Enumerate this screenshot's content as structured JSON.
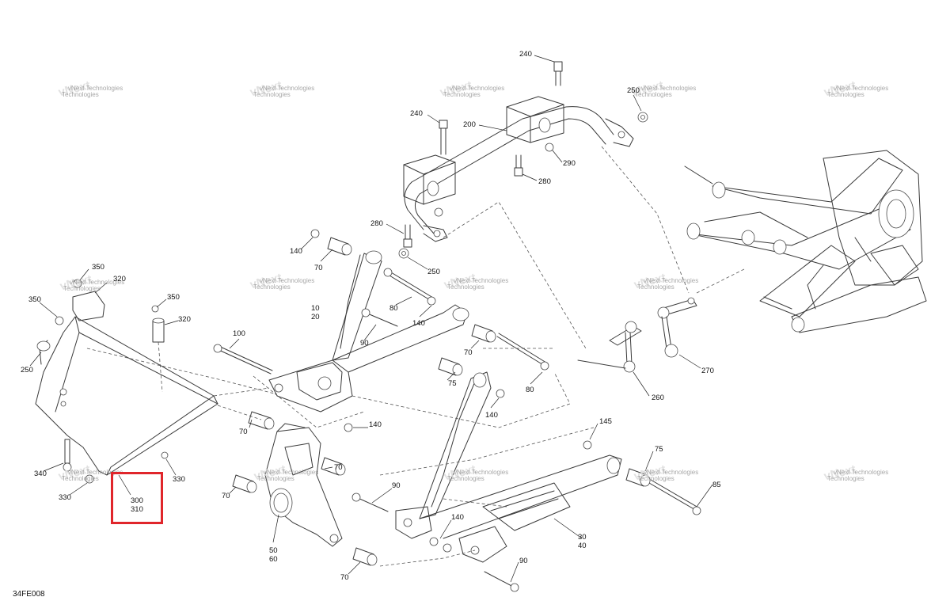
{
  "diagram_code": "34FE008",
  "watermark": {
    "line1": "vNext Technologies",
    "line2": "Technologies",
    "big": "vNext"
  },
  "highlight_color": "#e0262b",
  "labels": [
    {
      "id": "lbl-240-top",
      "text": "240"
    },
    {
      "id": "lbl-240-mid",
      "text": "240"
    },
    {
      "id": "lbl-200",
      "text": "200"
    },
    {
      "id": "lbl-250-top",
      "text": "250"
    },
    {
      "id": "lbl-290",
      "text": "290"
    },
    {
      "id": "lbl-280-a",
      "text": "280"
    },
    {
      "id": "lbl-280-b",
      "text": "280"
    },
    {
      "id": "lbl-250-mid",
      "text": "250"
    },
    {
      "id": "lbl-140-a",
      "text": "140"
    },
    {
      "id": "lbl-70-a",
      "text": "70"
    },
    {
      "id": "lbl-10",
      "text": "10"
    },
    {
      "id": "lbl-20",
      "text": "20"
    },
    {
      "id": "lbl-80-a",
      "text": "80"
    },
    {
      "id": "lbl-140-b",
      "text": "140"
    },
    {
      "id": "lbl-90-a",
      "text": "90"
    },
    {
      "id": "lbl-70-b",
      "text": "70"
    },
    {
      "id": "lbl-75-a",
      "text": "75"
    },
    {
      "id": "lbl-80-b",
      "text": "80"
    },
    {
      "id": "lbl-140-c",
      "text": "140"
    },
    {
      "id": "lbl-100",
      "text": "100"
    },
    {
      "id": "lbl-350-a",
      "text": "350"
    },
    {
      "id": "lbl-320-a",
      "text": "320"
    },
    {
      "id": "lbl-350-b",
      "text": "350"
    },
    {
      "id": "lbl-350-c",
      "text": "350"
    },
    {
      "id": "lbl-320-b",
      "text": "320"
    },
    {
      "id": "lbl-250-left",
      "text": "250"
    },
    {
      "id": "lbl-340",
      "text": "340"
    },
    {
      "id": "lbl-330-a",
      "text": "330"
    },
    {
      "id": "lbl-330-b",
      "text": "330"
    },
    {
      "id": "lbl-300",
      "text": "300"
    },
    {
      "id": "lbl-310",
      "text": "310"
    },
    {
      "id": "lbl-70-c",
      "text": "70"
    },
    {
      "id": "lbl-140-d",
      "text": "140"
    },
    {
      "id": "lbl-70-d",
      "text": "70"
    },
    {
      "id": "lbl-70-e",
      "text": "70"
    },
    {
      "id": "lbl-50",
      "text": "50"
    },
    {
      "id": "lbl-60",
      "text": "60"
    },
    {
      "id": "lbl-70-f",
      "text": "70"
    },
    {
      "id": "lbl-90-b",
      "text": "90"
    },
    {
      "id": "lbl-140-e",
      "text": "140"
    },
    {
      "id": "lbl-145",
      "text": "145"
    },
    {
      "id": "lbl-75-b",
      "text": "75"
    },
    {
      "id": "lbl-85",
      "text": "85"
    },
    {
      "id": "lbl-30",
      "text": "30"
    },
    {
      "id": "lbl-40",
      "text": "40"
    },
    {
      "id": "lbl-90-c",
      "text": "90"
    },
    {
      "id": "lbl-260",
      "text": "260"
    },
    {
      "id": "lbl-270",
      "text": "270"
    }
  ]
}
